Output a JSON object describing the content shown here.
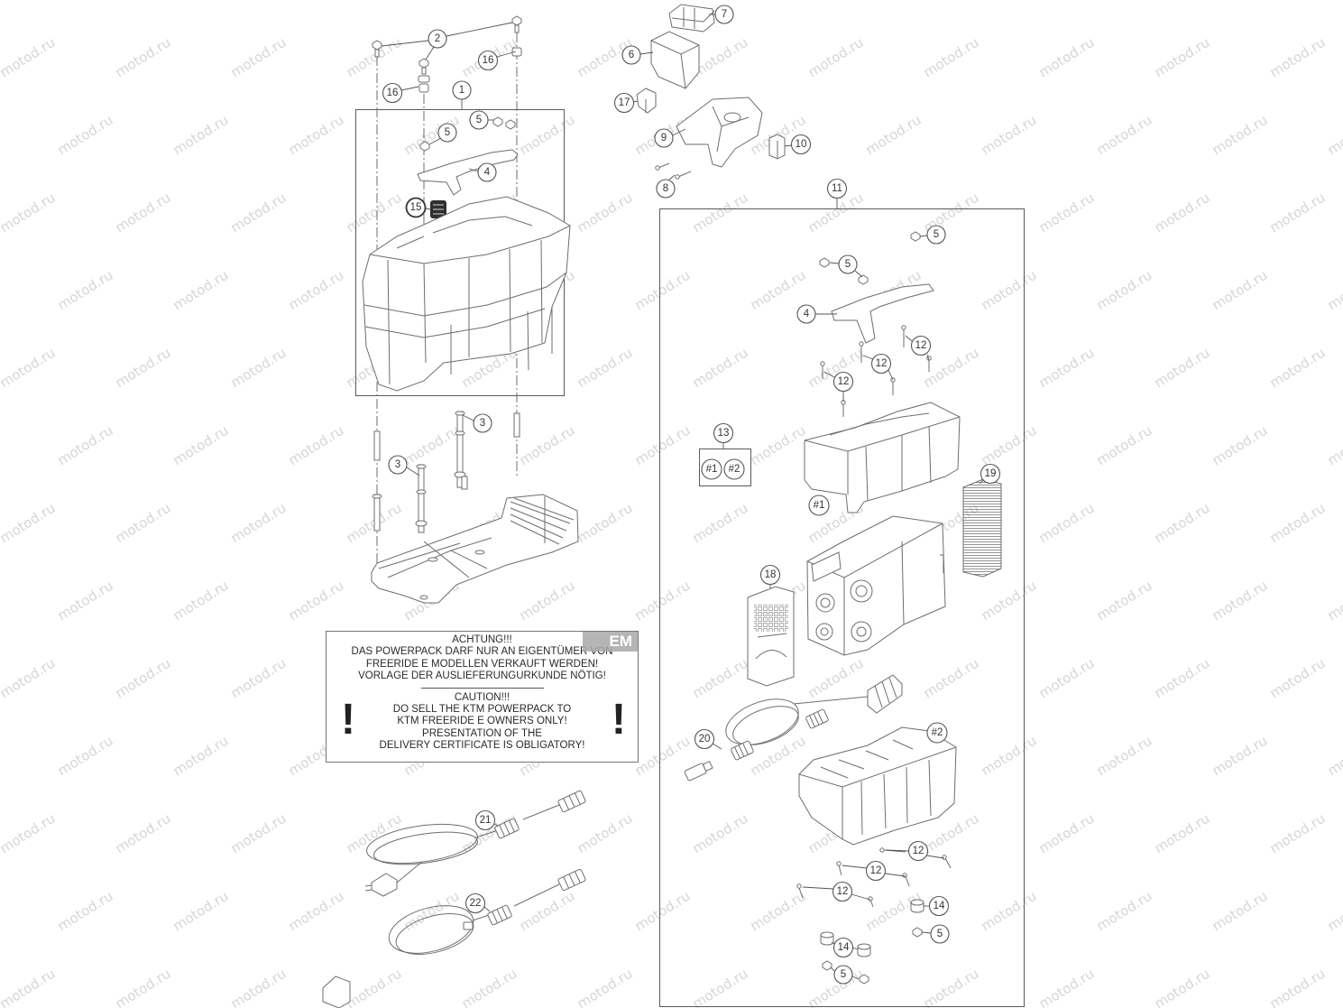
{
  "callouts": [
    "2",
    "16",
    "16",
    "1",
    "5",
    "5",
    "4",
    "15",
    "3",
    "3",
    "7",
    "6",
    "17",
    "9",
    "10",
    "8",
    "11",
    "5",
    "5",
    "4",
    "12",
    "12",
    "12",
    "13",
    "#1",
    "#2",
    "19",
    "#1",
    "18",
    "20",
    "#2",
    "12",
    "12",
    "12",
    "14",
    "5",
    "14",
    "5",
    "21",
    "22"
  ],
  "warning": {
    "german": [
      "ACHTUNG!!!",
      "DAS POWERPACK DARF NUR AN EIGENTÜMER VON",
      "FREERIDE E MODELLEN VERKAUFT WERDEN!",
      "VORLAGE DER AUSLIEFERUNGURKUNDE NÖTIG!"
    ],
    "english": [
      "CAUTION!!!",
      "DO SELL THE KTM POWERPACK TO",
      "KTM FREERIDE E OWNERS ONLY!",
      "PRESENTATION OF THE",
      "DELIVERY CERTIFICATE IS OBLIGATORY!"
    ],
    "exclamation": "!"
  },
  "logo_text": "EM",
  "watermark": "motod.ru",
  "colors": {
    "line": "#6e6e6e",
    "watermark": "#d6d6d6",
    "rubber_part": "#2f2f2f"
  }
}
